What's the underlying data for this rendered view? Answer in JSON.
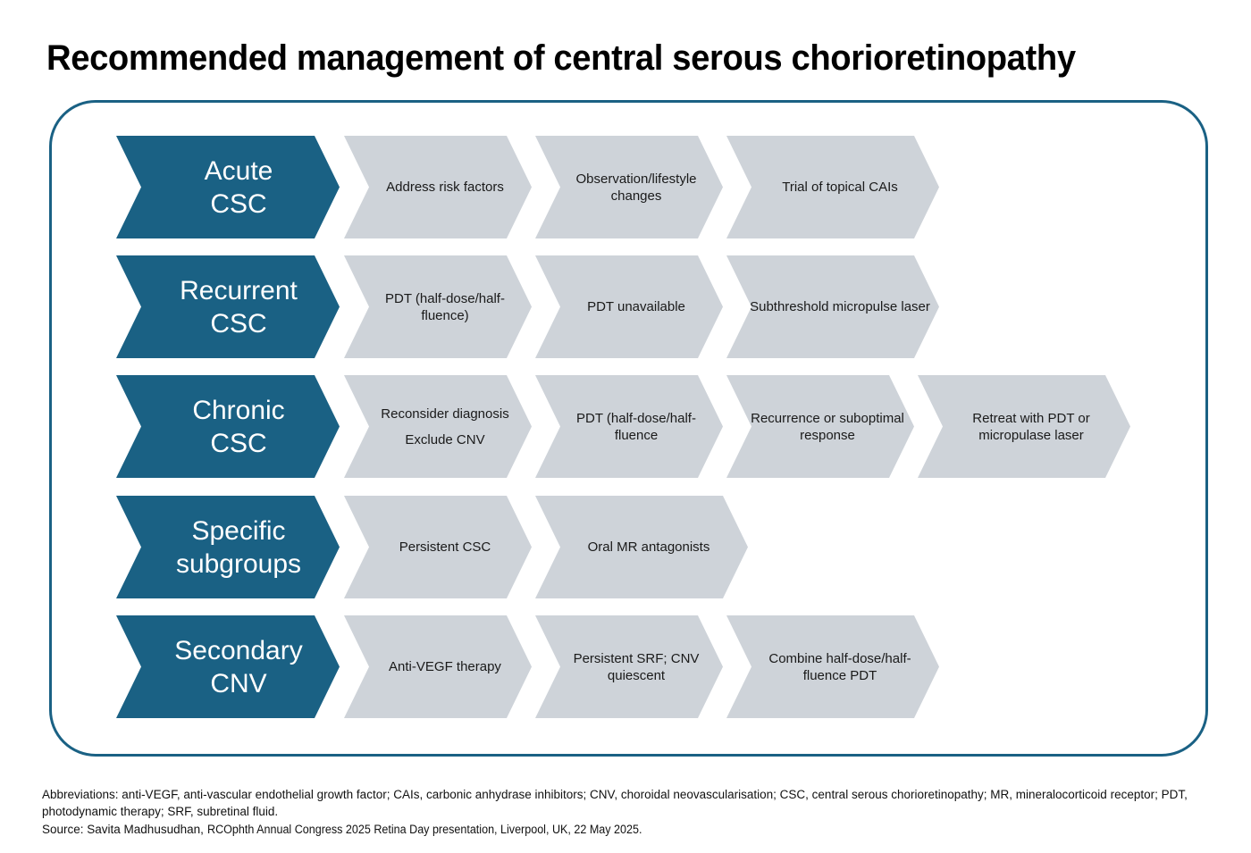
{
  "title": "Recommended management of central serous chorioretinopathy",
  "colors": {
    "primary_blue": "#1a6184",
    "step_gray": "#ced3d9",
    "frame_border": "#1a6184",
    "primary_text": "#ffffff",
    "step_text": "#1a1a1a"
  },
  "chart_data": {
    "type": "diagram",
    "subtype": "chevron-flow",
    "title": "Recommended management of central serous chorioretinopathy",
    "rows": [
      {
        "category": "Acute\nCSC",
        "category_line1": "Acute",
        "category_line2": "CSC",
        "steps": [
          "Address risk factors",
          "Observation/lifestyle changes",
          "Trial of topical CAIs"
        ]
      },
      {
        "category": "Recurrent\nCSC",
        "category_line1": "Recurrent",
        "category_line2": "CSC",
        "steps": [
          "PDT (half-dose/half-fluence)",
          "PDT unavailable",
          "Subthreshold micropulse laser"
        ]
      },
      {
        "category": "Chronic\nCSC",
        "category_line1": "Chronic",
        "category_line2": "CSC",
        "steps": [
          "Reconsider diagnosis\n\nExclude CNV",
          "PDT (half-dose/half-fluence",
          "Recurrence or suboptimal response",
          "Retreat with PDT or micropulase laser"
        ]
      },
      {
        "category": "Specific\nsubgroups",
        "category_line1": "Specific",
        "category_line2": "subgroups",
        "steps": [
          "Persistent CSC",
          "Oral MR antagonists"
        ]
      },
      {
        "category": "Secondary\nCNV",
        "category_line1": "Secondary",
        "category_line2": "CNV",
        "steps": [
          "Anti-VEGF therapy",
          "Persistent SRF; CNV quiescent",
          "Combine half-dose/half-fluence PDT"
        ]
      }
    ]
  },
  "footer": {
    "abbreviations": "Abbreviations: anti-VEGF, anti-vascular endothelial growth factor; CAIs, carbonic anhydrase inhibitors; CNV, choroidal neovascularisation; CSC, central serous chorioretinopathy; MR, mineralocorticoid receptor; PDT, photodynamic therapy; SRF, subretinal fluid.",
    "source_head": "Source: Savita Madhusudhan,",
    "source_rest": "RCOphth Annual Congress 2025 Retina Day presentation, Liverpool, UK, 22 May 2025."
  }
}
